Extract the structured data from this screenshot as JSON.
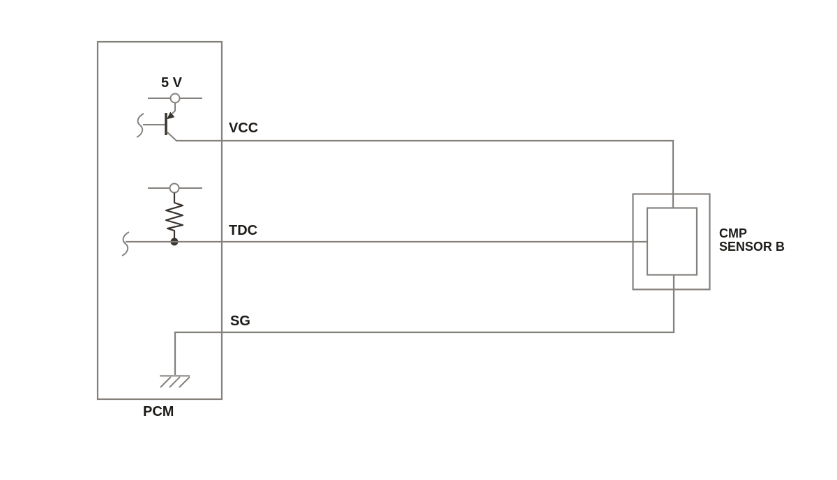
{
  "diagram": {
    "type": "wiring-diagram",
    "background": "#ffffff",
    "colors": {
      "wire": "#84807c",
      "component": "#39342f",
      "text": "#1d1a17"
    },
    "pcm": {
      "label": "PCM",
      "supply_label": "5 V",
      "components": [
        "supply-terminal",
        "pnp-transistor",
        "pullup-terminal",
        "resistor",
        "ground"
      ]
    },
    "pins": [
      {
        "label": "VCC"
      },
      {
        "label": "TDC"
      },
      {
        "label": "SG"
      }
    ],
    "sensor": {
      "label_line1": "CMP",
      "label_line2": "SENSOR B"
    }
  }
}
